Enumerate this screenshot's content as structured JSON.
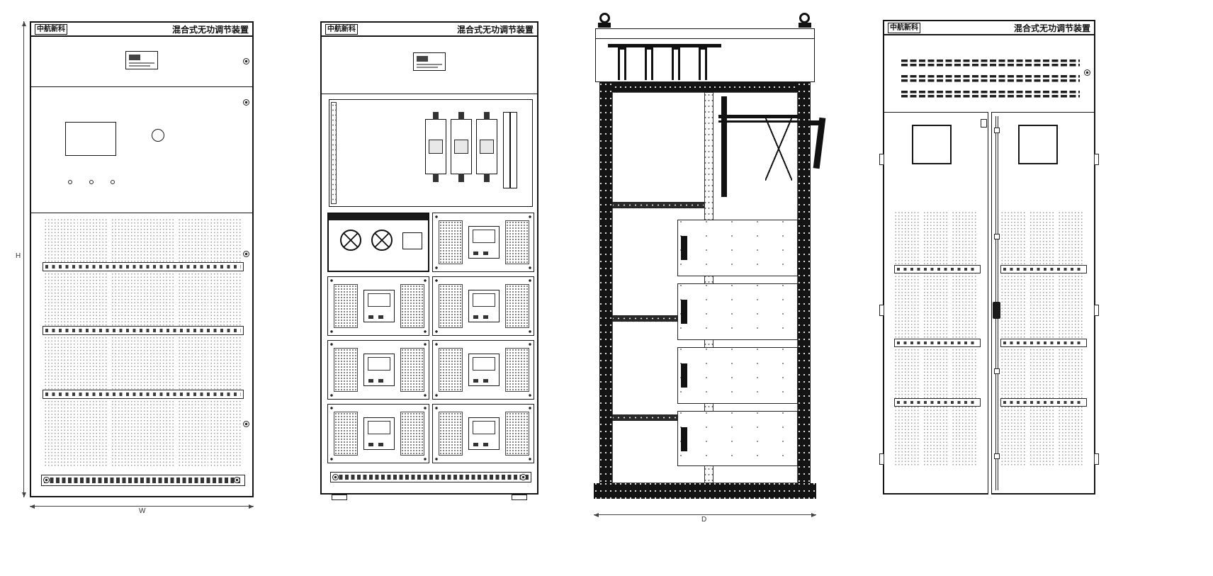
{
  "drawing": {
    "brand": "中航新科",
    "title": "混合式无功调节装置",
    "dims": {
      "height": "H",
      "width": "W",
      "depth": "D"
    },
    "colors": {
      "line": "#151515",
      "background": "#ffffff"
    }
  }
}
